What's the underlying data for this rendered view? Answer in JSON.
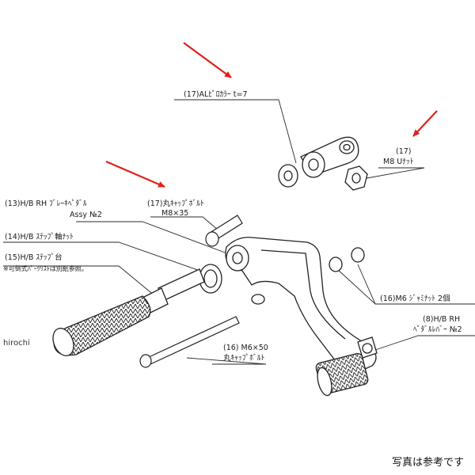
{
  "labels": {
    "al_collar": "(17)ALﾋﾟﾛｶﾗｰ  t=7",
    "nut17_num": "(17)",
    "nut17_name": "M8  Uﾅｯﾄ",
    "brake_pedal_1": "(13)H/B RH ﾌﾞﾚｰｷﾍﾟﾀﾞﾙ",
    "brake_pedal_2": "Assy №2",
    "bolt17_1": "(17)丸ｷｬｯﾌﾟﾎﾞﾙﾄ",
    "bolt17_2": "M8×35",
    "step_nut": "(14)H/B ｽﾃｯﾌﾟ軸ﾅｯﾄ",
    "step_base_1": "(15)H/B ｽﾃｯﾌﾟ台",
    "step_base_2": "※可倒式ﾊﾟｰﾂﾘｽﾄは別紙参照。",
    "jam_nut": "(16)M6 ｼﾞｬﾐﾅｯﾄ 2個",
    "pedal_lever_1": "(8)H/B RH",
    "pedal_lever_2": "ﾍﾟﾀﾞﾙﾚﾊﾞｰ №2",
    "bolt16_1": "(16)  M6×50",
    "bolt16_2": "丸ｷｬｯﾌﾟﾎﾞﾙﾄ"
  },
  "watermark": "hirochi",
  "footer_note": "写真は参考です",
  "colors": {
    "arrow": "#e0201c",
    "line": "#2a2a2a"
  }
}
